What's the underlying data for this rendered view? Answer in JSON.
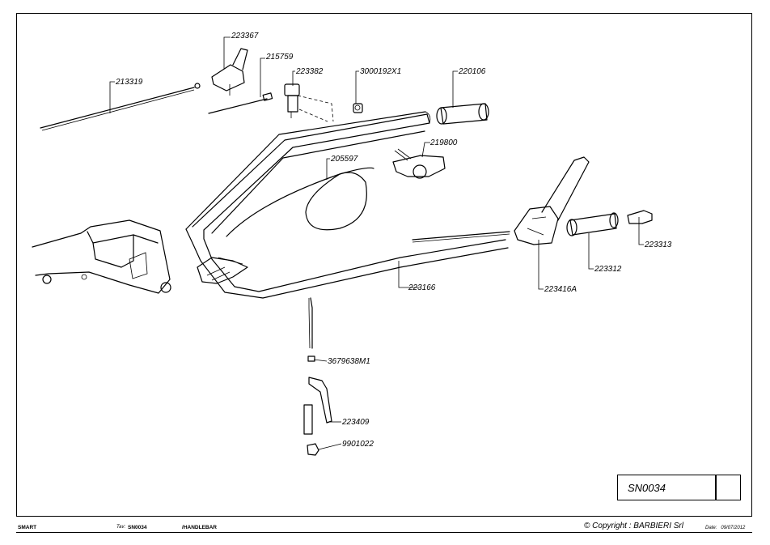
{
  "parts": [
    {
      "id": "p1",
      "label": "223367"
    },
    {
      "id": "p2",
      "label": "215759"
    },
    {
      "id": "p3",
      "label": "213319"
    },
    {
      "id": "p4",
      "label": "223382"
    },
    {
      "id": "p5",
      "label": "3000192X1"
    },
    {
      "id": "p6",
      "label": "220106"
    },
    {
      "id": "p7",
      "label": "219800"
    },
    {
      "id": "p8",
      "label": "205597"
    },
    {
      "id": "p9",
      "label": "223166"
    },
    {
      "id": "p10",
      "label": "223416A"
    },
    {
      "id": "p11",
      "label": "223312"
    },
    {
      "id": "p12",
      "label": "223313"
    },
    {
      "id": "p13",
      "label": "3679638M1"
    },
    {
      "id": "p14",
      "label": "223409"
    },
    {
      "id": "p15",
      "label": "9901022"
    }
  ],
  "title_block": {
    "code": "SN0034"
  },
  "footer": {
    "model": "SMART",
    "tav_label": "Tav:",
    "tav_value": "SN0034",
    "section": "HANDLEBAR",
    "copyright": "Copyright : BARBIERI Srl",
    "date_label": "Date:",
    "date_value": "09/07/2012"
  }
}
